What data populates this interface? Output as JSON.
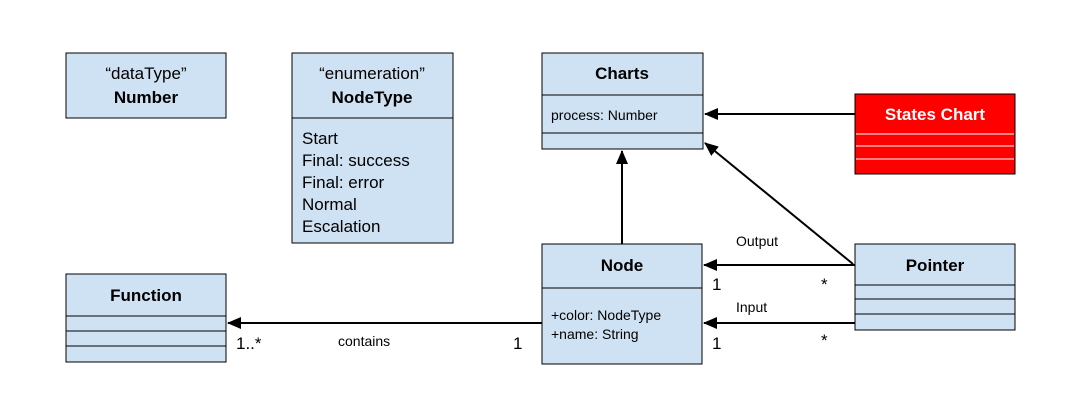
{
  "classes": {
    "number": {
      "stereotype": "“dataType”",
      "name": "Number"
    },
    "nodetype": {
      "stereotype": "“enumeration”",
      "name": "NodeType",
      "literals": [
        "Start",
        "Final: success",
        "Final: error",
        "Normal",
        "Escalation"
      ]
    },
    "charts": {
      "name": "Charts",
      "attributes": [
        "process: Number"
      ]
    },
    "states_chart": {
      "name": "States Chart",
      "color": "#ff0000"
    },
    "node": {
      "name": "Node",
      "attributes": [
        "+color: NodeType",
        "+name: String"
      ]
    },
    "pointer": {
      "name": "Pointer"
    },
    "function": {
      "name": "Function"
    }
  },
  "relations": {
    "output": {
      "label": "Output",
      "mult_target": "1",
      "mult_source": "*"
    },
    "input": {
      "label": "Input",
      "mult_target": "1",
      "mult_source": "*"
    },
    "contains": {
      "label": "contains",
      "mult_target": "1..*",
      "mult_source": "1"
    }
  },
  "colors": {
    "class_fill": "#cfe2f3",
    "highlight_fill": "#ff0000",
    "line": "#000000"
  }
}
